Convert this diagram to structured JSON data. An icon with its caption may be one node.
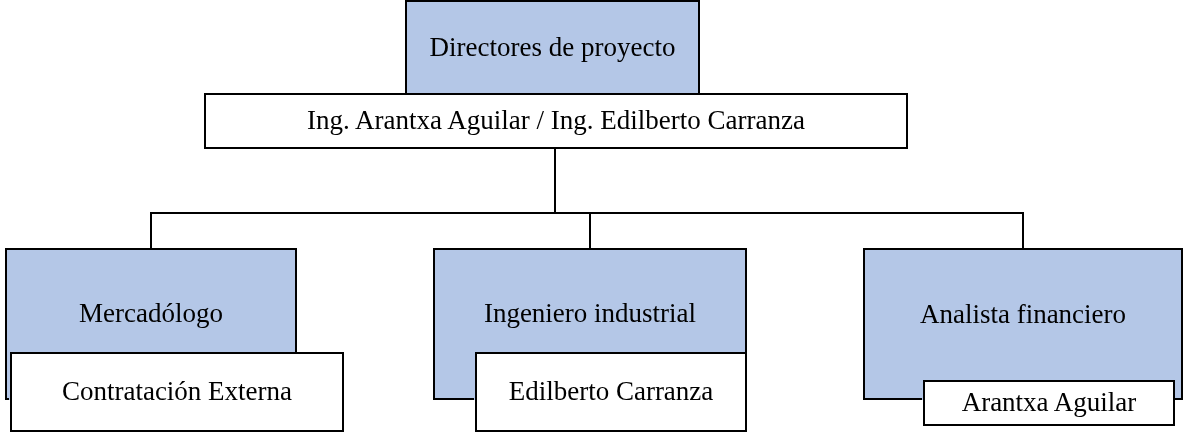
{
  "diagram": {
    "nodes": [
      {
        "text": [
          "Directores de proyecto"
        ]
      },
      {
        "text": [
          "Ing. Arantxa Aguilar / Ing. Edilberto Carranza"
        ]
      },
      {
        "text": [
          "Mercadólogo"
        ]
      },
      {
        "text": [
          "Contratación Externa"
        ]
      },
      {
        "text": [
          "Ingeniero industrial"
        ]
      },
      {
        "text": [
          "Edilberto Carranza"
        ]
      },
      {
        "text": [
          "Analista financiero"
        ]
      },
      {
        "text": [
          "Arantxa Aguilar"
        ]
      }
    ],
    "edges": [
      {
        "from": 1,
        "to": 2,
        "arrow": "none"
      },
      {
        "from": 1,
        "to": 4,
        "arrow": "none"
      },
      {
        "from": 1,
        "to": 6,
        "arrow": "none"
      }
    ]
  }
}
